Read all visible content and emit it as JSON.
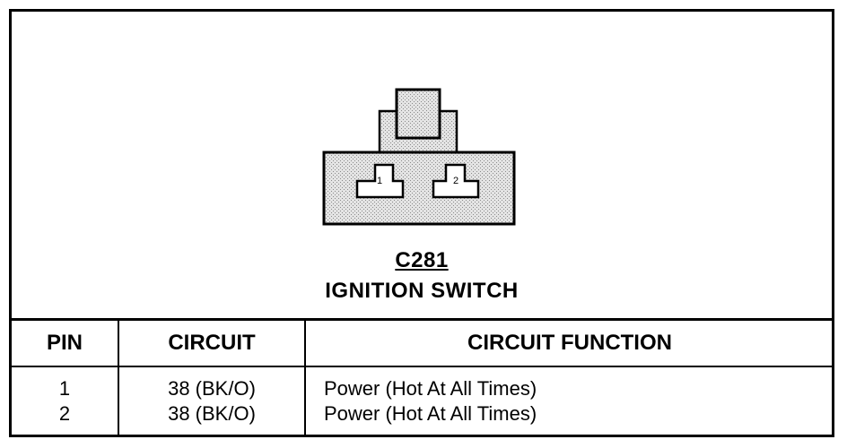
{
  "connector": {
    "id": "C281",
    "name": "IGNITION SWITCH",
    "pin_labels": [
      "1",
      "2"
    ]
  },
  "table": {
    "headers": {
      "pin": "PIN",
      "circuit": "CIRCUIT",
      "function": "CIRCUIT FUNCTION"
    },
    "rows": [
      {
        "pin": "1",
        "circuit": "38 (BK/O)",
        "function": "Power (Hot At All Times)"
      },
      {
        "pin": "2",
        "circuit": "38 (BK/O)",
        "function": "Power (Hot At All Times)"
      }
    ]
  },
  "colors": {
    "line": "#000000",
    "connector_fill": "#d6d6d6",
    "background": "#ffffff"
  }
}
